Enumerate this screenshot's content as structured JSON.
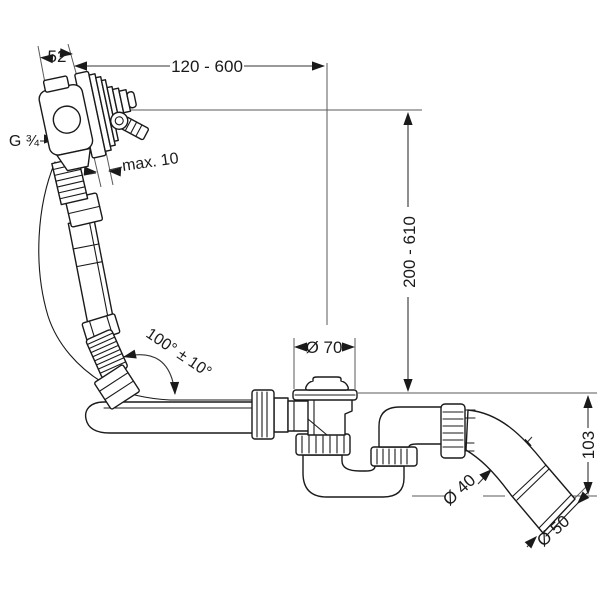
{
  "drawing": {
    "background": "#ffffff",
    "line_color": "#1a1a1a",
    "dim_color": "#333333",
    "subject": "bath filler / waste and overflow set with flexible hose and trap - dimensional line drawing"
  },
  "labels": {
    "width_52": "52",
    "range_120_600": "120 - 600",
    "thread_g34": "G ¾",
    "wall_max_10": "max. 10",
    "angle_100_10": "100° ± 10°",
    "range_200_610": "200 - 610",
    "dia_70": "Ø 70",
    "dia_40": "Ø 40",
    "dia_50": "Ø 50",
    "height_103": "103"
  }
}
